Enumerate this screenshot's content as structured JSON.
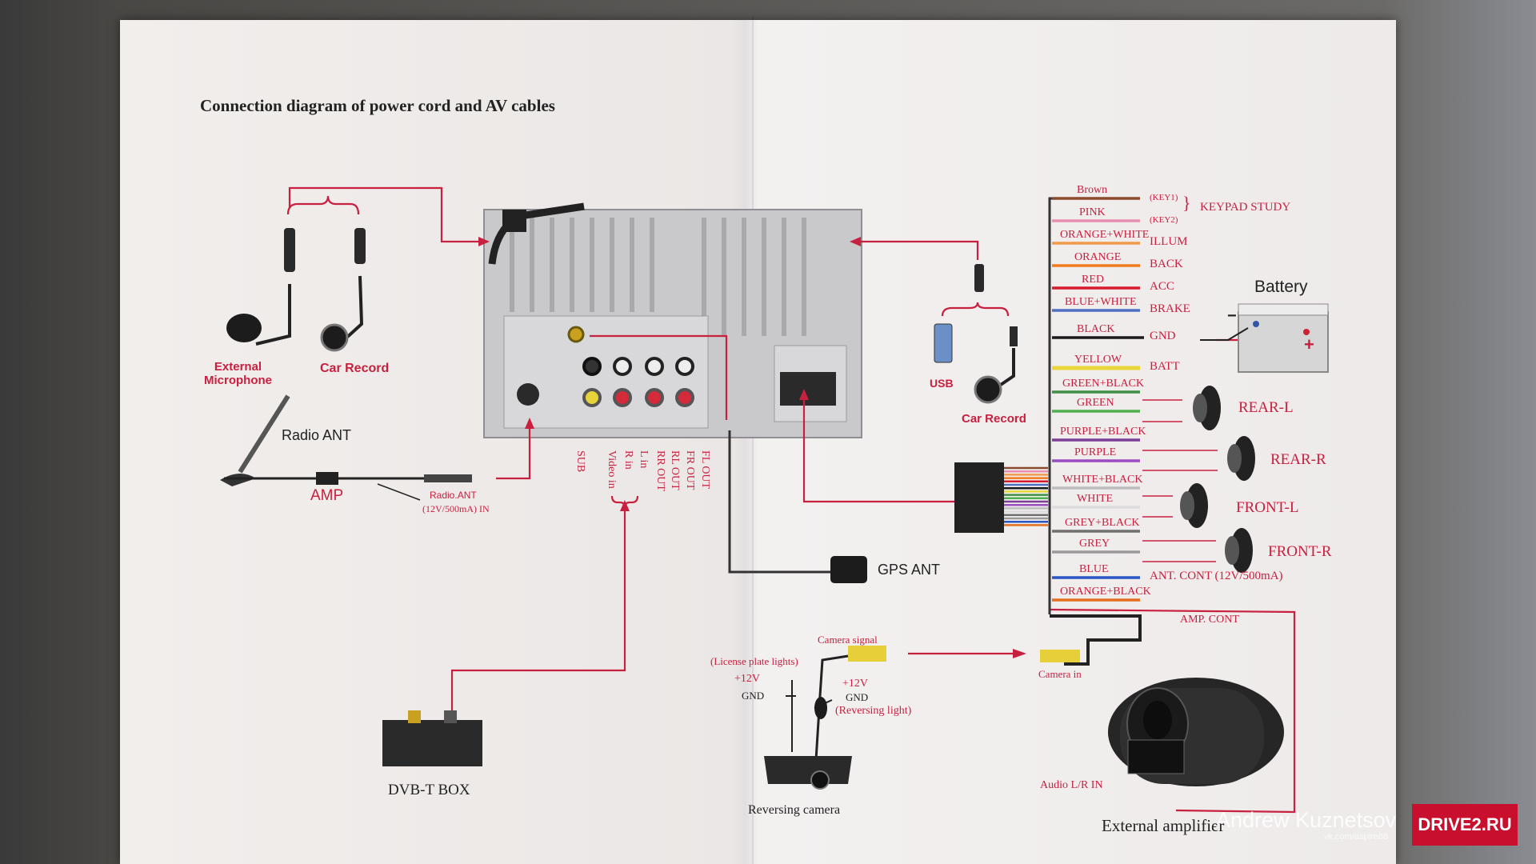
{
  "title": "Connection diagram of power cord and AV cables",
  "left_devices": {
    "mic": "External\nMicrophone",
    "car_record": "Car Record",
    "radio_ant": "Radio ANT",
    "amp": "AMP",
    "radio_ant_in": "Radio.ANT",
    "radio_ant_spec": "(12V/500mA) IN",
    "dvb": "DVB-T  BOX"
  },
  "rca_labels": [
    "SUB",
    "Video in",
    "R in",
    "L in",
    "RR OUT",
    "RL OUT",
    "FR OUT",
    "FL OUT"
  ],
  "right_devices": {
    "usb": "USB",
    "car_record": "Car Record",
    "gps": "GPS ANT",
    "battery": "Battery",
    "battery_minus": "−",
    "battery_plus": "+"
  },
  "wires": [
    {
      "color_name": "Brown",
      "function": "(KEY1)",
      "hex": "#8b4a2b"
    },
    {
      "color_name": "PINK",
      "function": "(KEY2)",
      "hex": "#e88fb0"
    },
    {
      "color_name": "ORANGE+WHITE",
      "function": "ILLUM",
      "hex": "#f19a4b"
    },
    {
      "color_name": "ORANGE",
      "function": "BACK",
      "hex": "#f07c1e"
    },
    {
      "color_name": "RED",
      "function": "ACC",
      "hex": "#d7192c"
    },
    {
      "color_name": "BLUE+WHITE",
      "function": "BRAKE",
      "hex": "#4e6fc4"
    },
    {
      "color_name": "BLACK",
      "function": "GND",
      "hex": "#1a1a1a"
    },
    {
      "color_name": "YELLOW",
      "function": "BATT",
      "hex": "#e9d73a"
    },
    {
      "color_name": "GREEN+BLACK",
      "function": "",
      "hex": "#3f8f45"
    },
    {
      "color_name": "GREEN",
      "function": "",
      "hex": "#4fb04f"
    },
    {
      "color_name": "PURPLE+BLACK",
      "function": "",
      "hex": "#7b3f98"
    },
    {
      "color_name": "PURPLE",
      "function": "",
      "hex": "#9a4cc0"
    },
    {
      "color_name": "WHITE+BLACK",
      "function": "",
      "hex": "#bdbdbd"
    },
    {
      "color_name": "WHITE",
      "function": "",
      "hex": "#dcdcdc"
    },
    {
      "color_name": "GREY+BLACK",
      "function": "",
      "hex": "#707070"
    },
    {
      "color_name": "GREY",
      "function": "",
      "hex": "#9a9a9a"
    },
    {
      "color_name": "BLUE",
      "function": "ANT. CONT (12V/500mA)",
      "hex": "#2a55c4"
    },
    {
      "color_name": "ORANGE+BLACK",
      "function": "",
      "hex": "#e56f1f"
    }
  ],
  "keypad": "KEYPAD STUDY",
  "speakers": [
    "REAR-L",
    "REAR-R",
    "FRONT-L",
    "FRONT-R"
  ],
  "amp_cont": "AMP. CONT",
  "camera": {
    "signal": "Camera signal",
    "in": "Camera in",
    "license": "(License plate lights)",
    "v12_a": "+12V",
    "gnd_a": "GND",
    "v12_b": "+12V",
    "gnd_b": "GND",
    "reversing_light": "(Reversing light)",
    "reversing_camera": "Reversing  camera"
  },
  "ext_amp": {
    "audio_in": "Audio L/R IN",
    "label": "External  amplifier"
  },
  "watermark": {
    "author": "Andrew Kuznetsov",
    "sub": "vk.com/aspire88",
    "site": "DRIVE2.RU"
  },
  "colors": {
    "accent": "#c8203f",
    "paper": "#efebea"
  }
}
